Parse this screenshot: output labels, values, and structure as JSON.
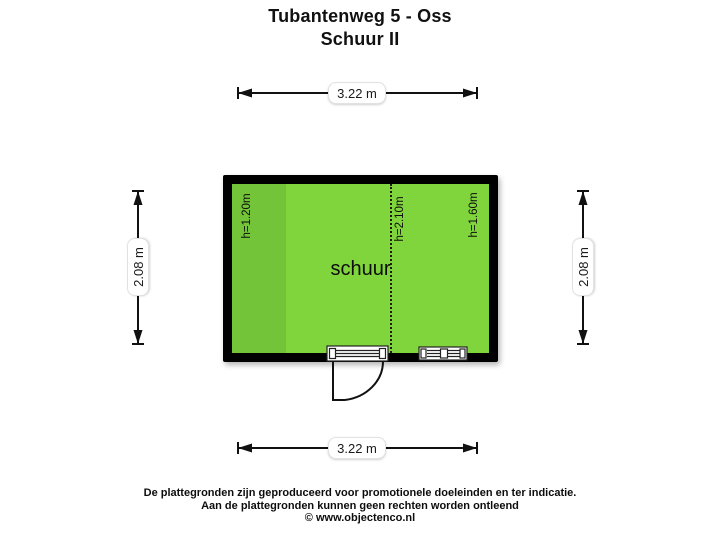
{
  "title": {
    "line1": "Tubantenweg 5 - Oss",
    "line2": "Schuur II"
  },
  "dimensions": {
    "width_top": "3.22 m",
    "width_bottom": "3.22 m",
    "height_left": "2.08 m",
    "height_right": "2.08 m"
  },
  "room": {
    "label": "schuur",
    "height_labels": [
      {
        "text": "h=1.20m"
      },
      {
        "text": "h=2.10m"
      },
      {
        "text": "h=1.60m"
      }
    ],
    "colors": {
      "wall": "#000000",
      "floor_main": "#7fd53b",
      "floor_strip": "#73c438"
    }
  },
  "footer": {
    "line1": "De plattegronden zijn geproduceerd voor promotionele doeleinden en ter indicatie.",
    "line2": "Aan de plattegronden kunnen geen rechten worden ontleend",
    "line3": "© www.objectenco.nl"
  }
}
